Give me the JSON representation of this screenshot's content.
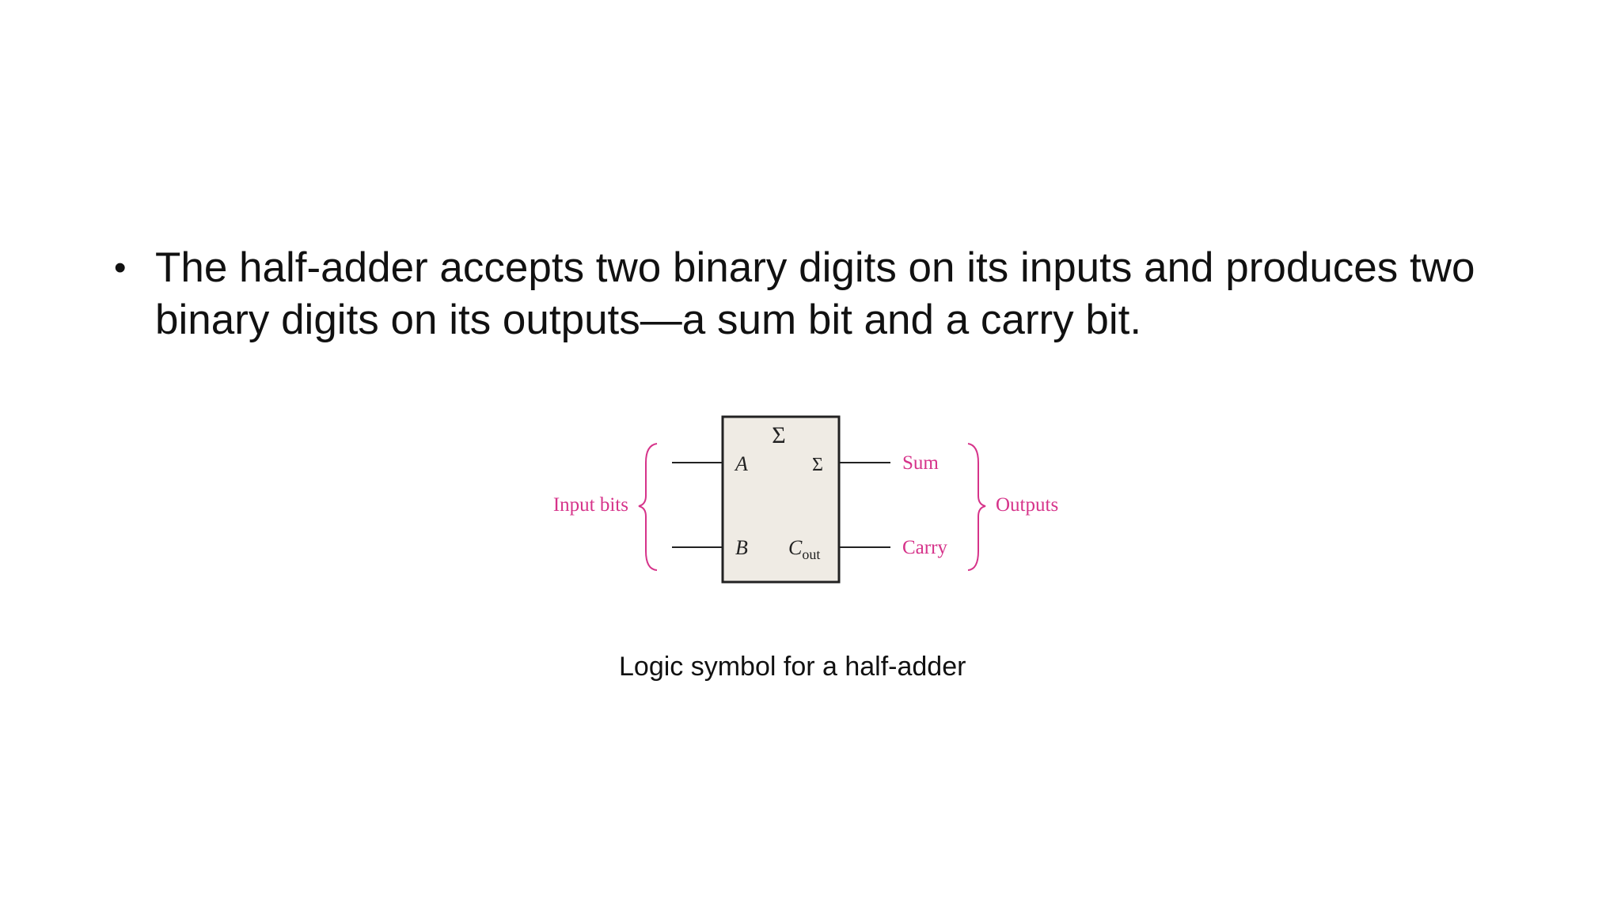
{
  "slide": {
    "bullet_text": "The half-adder accepts two binary digits on its inputs and produces two binary digits on its outputs—a sum bit and a carry bit.",
    "caption": "Logic symbol for a half-adder"
  },
  "diagram": {
    "block_title": "Σ",
    "input_a": "A",
    "input_b": "B",
    "output_sum_pin": "Σ",
    "output_carry_pin_main": "C",
    "output_carry_pin_sub": "out",
    "input_group_label": "Input bits",
    "output_sum_label": "Sum",
    "output_carry_label": "Carry",
    "output_group_label": "Outputs",
    "colors": {
      "annotation": "#d6338a",
      "block_fill": "#efebe4",
      "line": "#222222"
    }
  }
}
